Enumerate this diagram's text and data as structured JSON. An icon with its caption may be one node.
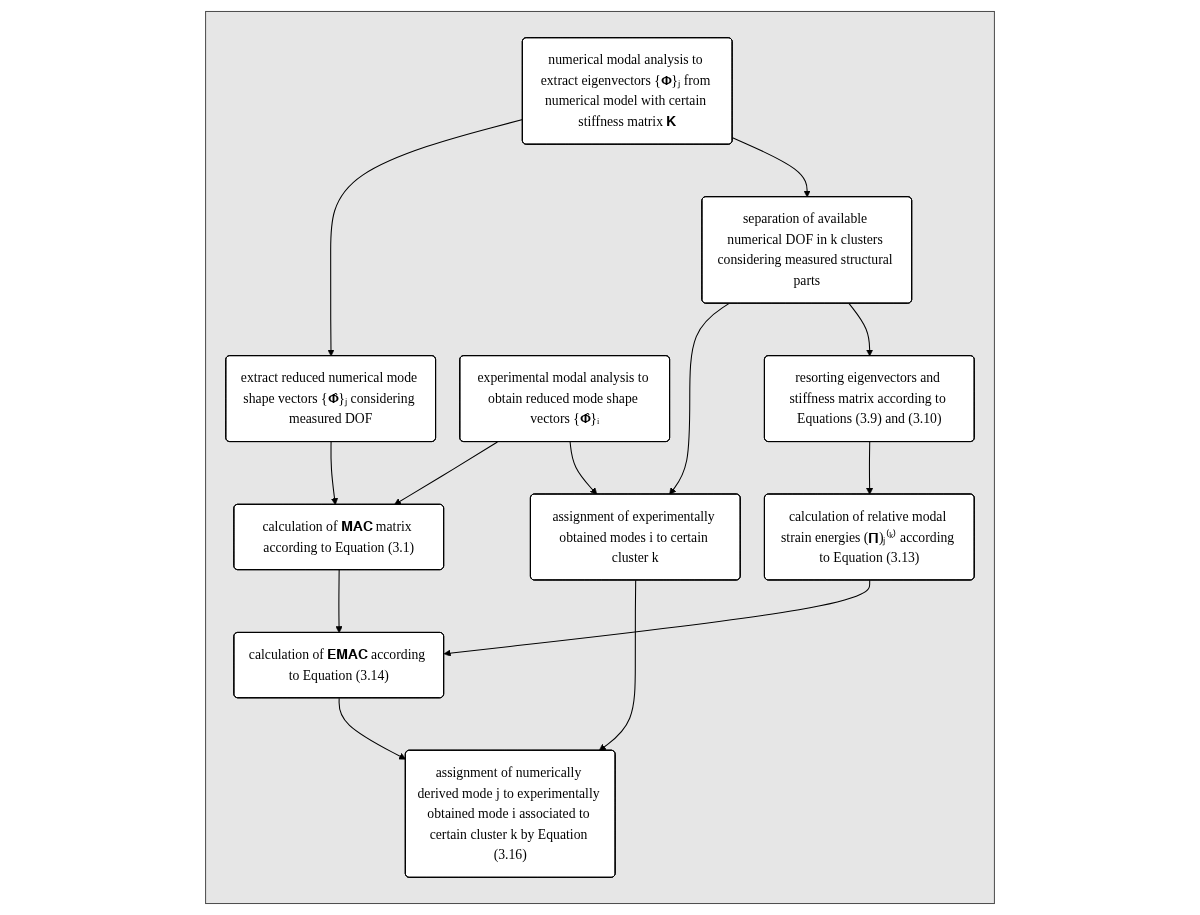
{
  "diagram": {
    "nodes": [
      {
        "text": [],
        "shape": "box"
      },
      {
        "text": [
          "numerical modal analysis to extract eigenvectors {𝚽}ⱼ from numerical model with certain stiffness matrix 𝐊"
        ],
        "in": 0
      },
      {
        "text": [
          "extract reduced numerical mode shape vectors {𝚽̂}ⱼ considering measured DOF"
        ],
        "in": 0
      },
      {
        "text": [
          "experimental modal analysis to obtain reduced mode shape vectors {𝚽̂}ᵢ"
        ],
        "in": 0
      },
      {
        "text": [
          "separation of available numerical DOF in k clusters considering measured structural parts"
        ],
        "in": 0
      },
      {
        "text": [
          "resorting eigenvectors and stiffness matrix according to Equations (3.9) and (3.10)"
        ],
        "in": 0
      },
      {
        "text": [
          "calculation of 𝐌𝐀𝐂 matrix according to Equation (3.1)"
        ],
        "in": 0
      },
      {
        "text": [
          "calculation of relative modal strain energies (𝚷)ⱼ⁽ᵏ⁾ according to Equation (3.13)"
        ],
        "in": 0
      },
      {
        "text": [
          "calculation of 𝐄𝐌𝐀𝐂 according to Equation (3.14)"
        ],
        "in": 0
      },
      {
        "text": [
          "assignment of experimentally obtained modes i to certain cluster k"
        ],
        "in": 0
      },
      {
        "text": [
          "assignment of numerically derived mode j to experimentally obtained mode i associated to certain cluster k by Equation (3.16)"
        ],
        "in": 0
      }
    ],
    "edges": [
      {
        "from": 1,
        "to": 2,
        "arrow": "to"
      },
      {
        "from": 1,
        "to": 4,
        "arrow": "to"
      },
      {
        "from": 2,
        "to": 6,
        "arrow": "to"
      },
      {
        "from": 3,
        "to": 6,
        "arrow": "to"
      },
      {
        "from": 4,
        "to": 9,
        "arrow": "to"
      },
      {
        "from": 3,
        "to": 9,
        "arrow": "to"
      },
      {
        "from": 4,
        "to": 5,
        "arrow": "to"
      },
      {
        "from": 5,
        "to": 7,
        "arrow": "to"
      },
      {
        "from": 6,
        "to": 8,
        "arrow": "to"
      },
      {
        "from": 7,
        "to": 8,
        "arrow": "to"
      },
      {
        "from": 8,
        "to": 10,
        "arrow": "to"
      },
      {
        "from": 9,
        "to": 10,
        "arrow": "to"
      }
    ]
  }
}
